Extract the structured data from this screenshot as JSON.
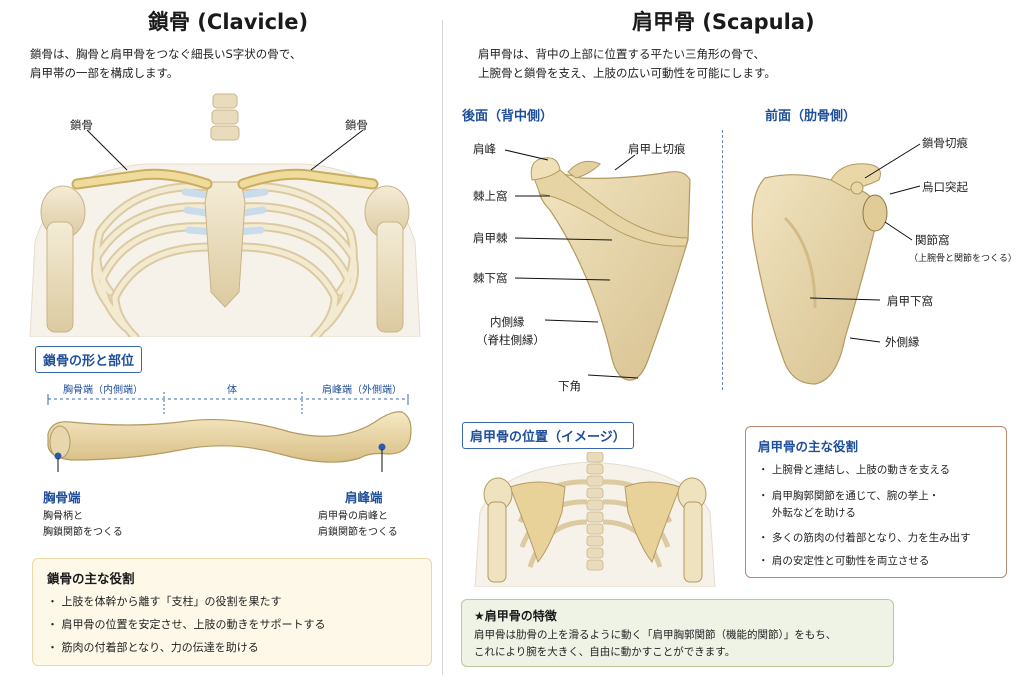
{
  "clavicle": {
    "title": "鎖骨 (Clavicle)",
    "desc_line1": "鎖骨は、胸骨と肩甲骨をつなぐ細長いS字状の骨で、",
    "desc_line2": "肩甲帯の一部を構成します。",
    "label_left": "鎖骨",
    "label_right": "鎖骨",
    "shape_title": "鎖骨の形と部位",
    "seg_sternal": "胸骨端（内側端）",
    "seg_body": "体",
    "seg_acromial": "肩峰端（外側端）",
    "sternal_end": "胸骨端",
    "sternal_desc1": "胸骨柄と",
    "sternal_desc2": "胸鎖関節をつくる",
    "acromial_end": "肩峰端",
    "acromial_desc1": "肩甲骨の肩峰と",
    "acromial_desc2": "肩鎖関節をつくる",
    "roles_title": "鎖骨の主な役割",
    "roles": [
      "・ 上肢を体幹から離す「支柱」の役割を果たす",
      "・ 肩甲骨の位置を安定させ、上肢の動きをサポートする",
      "・ 筋肉の付着部となり、力の伝達を助ける"
    ]
  },
  "scapula": {
    "title": "肩甲骨 (Scapula)",
    "desc_line1": "肩甲骨は、背中の上部に位置する平たい三角形の骨で、",
    "desc_line2": "上腕骨と鎖骨を支え、上肢の広い可動性を可能にします。",
    "posterior_title": "後面（背中側）",
    "anterior_title": "前面（肋骨側）",
    "post_labels": {
      "acromion": "肩峰",
      "suprascapular_notch": "肩甲上切痕",
      "supraspinous_fossa": "棘上窩",
      "spine": "肩甲棘",
      "infraspinous_fossa": "棘下窩",
      "medial_border1": "内側縁",
      "medial_border2": "（脊柱側縁）",
      "inferior_angle": "下角"
    },
    "ant_labels": {
      "clavicular_notch": "鎖骨切痕",
      "coracoid": "烏口突起",
      "glenoid": "関節窩",
      "glenoid_note": "（上腕骨と関節をつくる）",
      "subscapular_fossa": "肩甲下窩",
      "lateral_border": "外側縁"
    },
    "position_title": "肩甲骨の位置（イメージ）",
    "roles_title": "肩甲骨の主な役割",
    "roles": [
      "・ 上腕骨と連結し、上肢の動きを支える",
      "・ 肩甲胸郭関節を通じて、腕の挙上・",
      "　 外転などを助ける",
      "・ 多くの筋肉の付着部となり、力を生み出す",
      "・ 肩の安定性と可動性を両立させる"
    ],
    "feature_title": "★肩甲骨の特徴",
    "feature_line1": "肩甲骨は肋骨の上を滑るように動く「肩甲胸郭関節（機能的関節）」をもち、",
    "feature_line2": "これにより腕を大きく、自由に動かすことができます。"
  },
  "colors": {
    "bone": "#eadcb6",
    "bone_dark": "#c9b488",
    "clavicle_highlight": "#f0dc9a",
    "accent_blue": "#1f4f9a",
    "cartilage": "#c9dcec"
  }
}
